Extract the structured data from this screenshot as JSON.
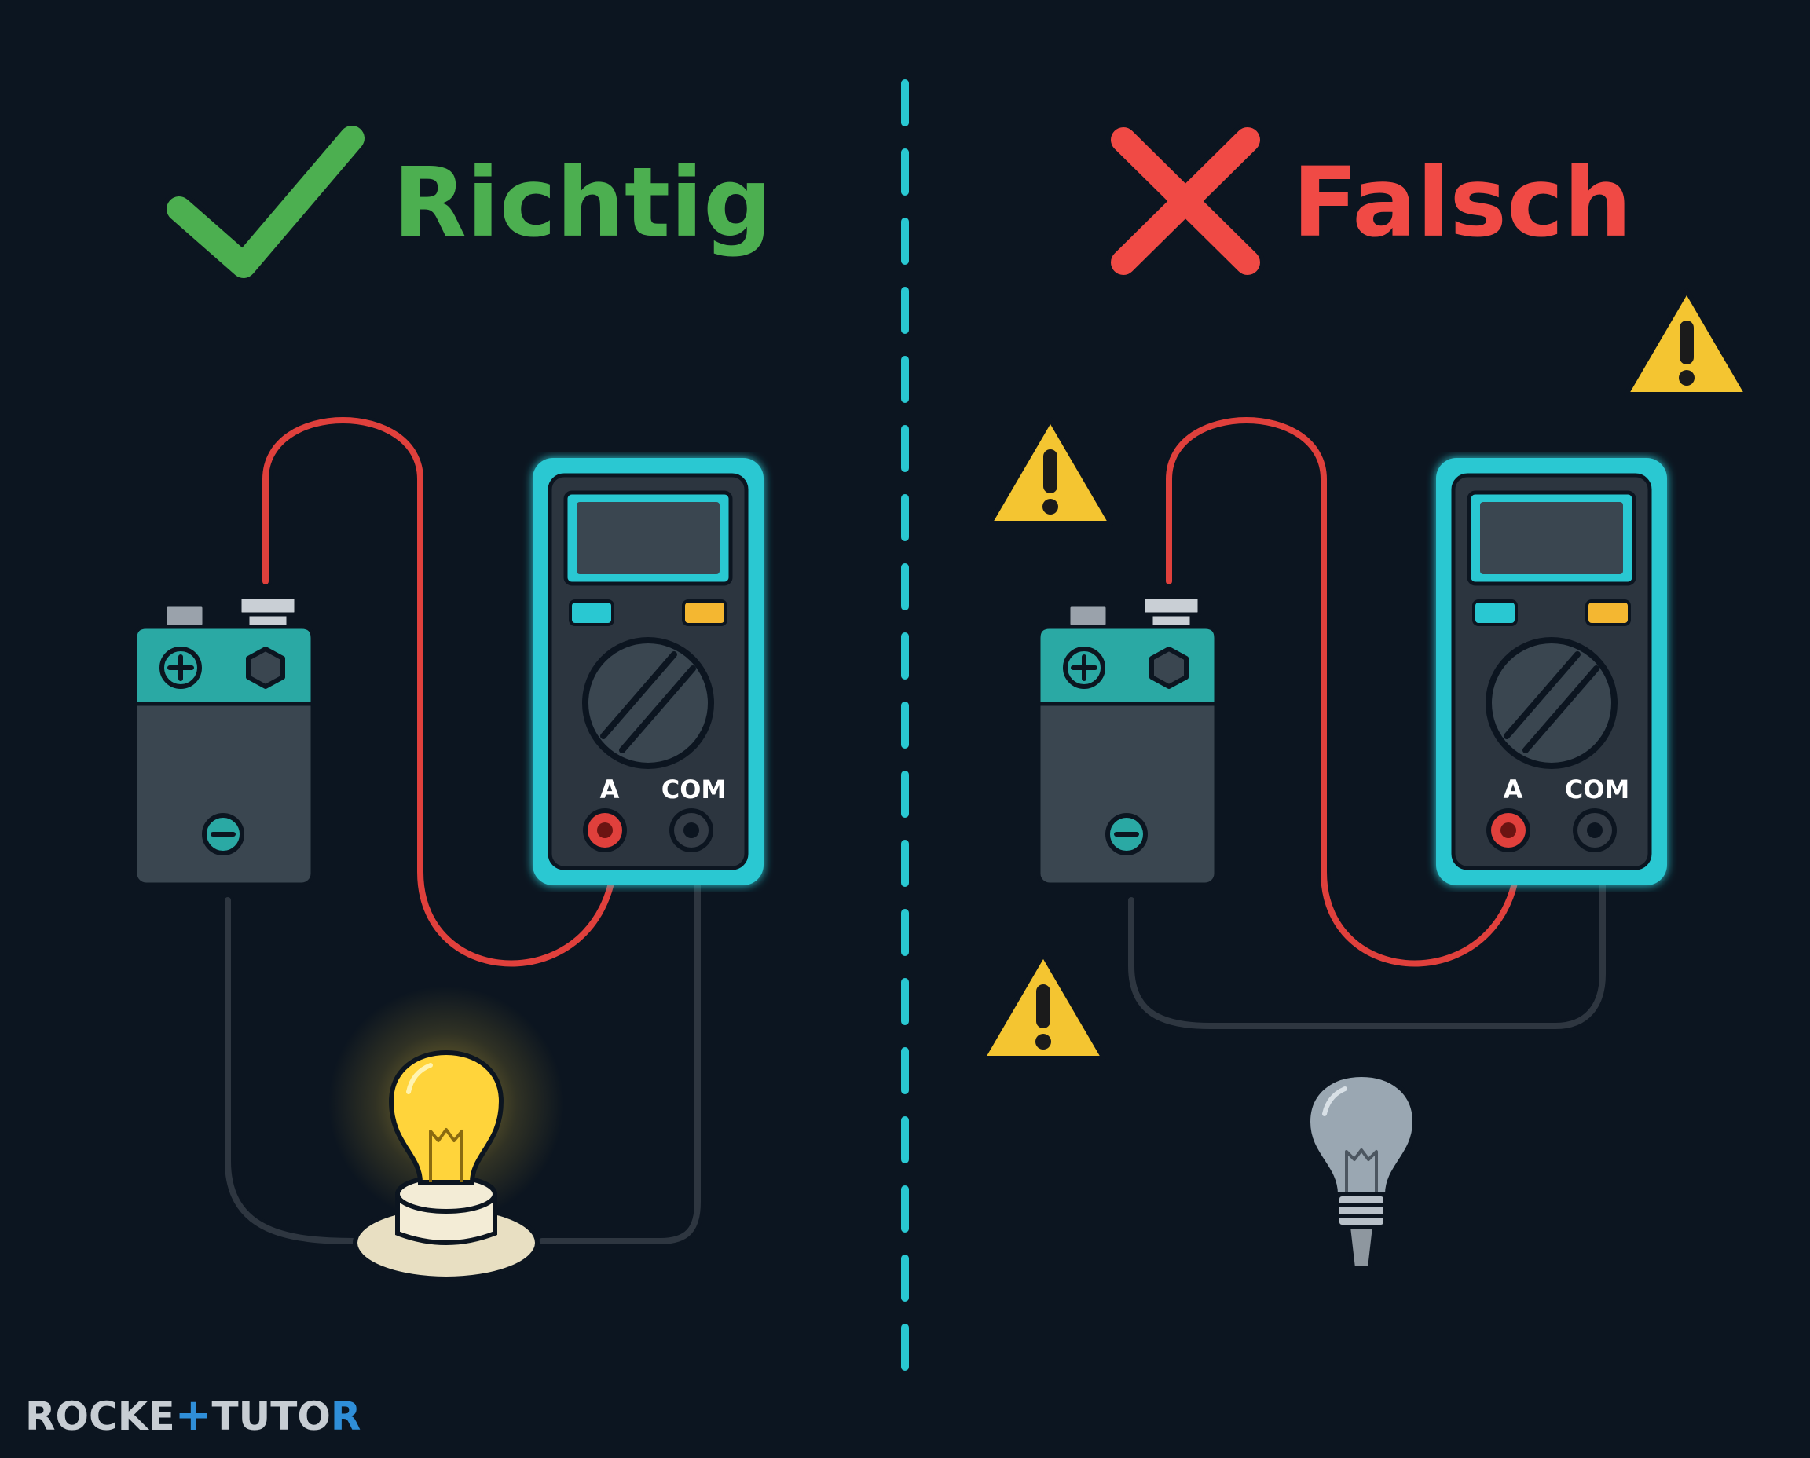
{
  "panels": [
    {
      "id": "left",
      "title": "Richtig",
      "verdict": "correct",
      "bulb_lit": true,
      "warnings": 0
    },
    {
      "id": "right",
      "title": "Falsch",
      "verdict": "wrong",
      "bulb_lit": false,
      "warnings": 3
    }
  ],
  "meter": {
    "port_a": "A",
    "port_com": "COM"
  },
  "logo": {
    "part1": "ROCKE",
    "part2": "TUTO",
    "part3": "R"
  },
  "icons": {
    "correct": "check-mark-icon",
    "wrong": "x-mark-icon",
    "warning": "warning-triangle-icon",
    "battery": "battery-icon",
    "multimeter": "multimeter-icon",
    "bulb": "light-bulb-icon"
  },
  "colors": {
    "background": "#0c1520",
    "correct": "#4caf50",
    "wrong": "#f04a45",
    "accent": "#29c8d2",
    "warning": "#f4c531",
    "red_wire": "#e0403c",
    "black_wire": "#2e3640",
    "bulb_on": "#ffd43b",
    "bulb_off": "#9aa7b2"
  }
}
